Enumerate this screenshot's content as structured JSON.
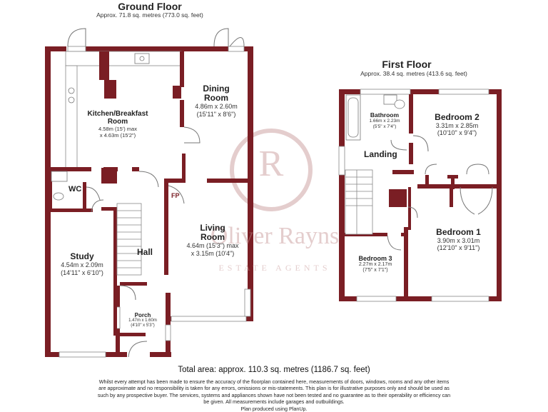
{
  "ground_floor": {
    "title": "Ground Floor",
    "area": "Approx. 71.8 sq. metres (773.0 sq. feet)",
    "rooms": {
      "kitchen": {
        "name_line1": "Kitchen/Breakfast",
        "name_line2": "Room",
        "dim_line1": "4.58m (15') max",
        "dim_line2": "x 4.63m (15'2\")"
      },
      "dining": {
        "name_line1": "Dining",
        "name_line2": "Room",
        "dim_line1": "4.86m x 2.60m",
        "dim_line2": "(15'11\" x 8'6\")"
      },
      "wc": {
        "name": "WC"
      },
      "fp": {
        "name": "FP"
      },
      "living": {
        "name_line1": "Living",
        "name_line2": "Room",
        "dim_line1": "4.64m (15'3\") max",
        "dim_line2": "x 3.15m (10'4\")"
      },
      "study": {
        "name": "Study",
        "dim_line1": "4.54m x 2.09m",
        "dim_line2": "(14'11\" x 6'10\")"
      },
      "hall": {
        "name": "Hall"
      },
      "porch": {
        "name": "Porch",
        "dim_line1": "1.47m x 1.60m",
        "dim_line2": "(4'10\" x 5'3\")"
      }
    }
  },
  "first_floor": {
    "title": "First Floor",
    "area": "Approx. 38.4 sq. metres (413.6 sq. feet)",
    "rooms": {
      "bathroom": {
        "name": "Bathroom",
        "dim_line1": "1.66m x 2.23m",
        "dim_line2": "(5'5\" x 7'4\")"
      },
      "bedroom2": {
        "name": "Bedroom 2",
        "dim_line1": "3.31m x 2.85m",
        "dim_line2": "(10'10\" x 9'4\")"
      },
      "landing": {
        "name": "Landing"
      },
      "bedroom1": {
        "name": "Bedroom 1",
        "dim_line1": "3.90m x 3.01m",
        "dim_line2": "(12'10\" x 9'11\")"
      },
      "bedroom3": {
        "name": "Bedroom 3",
        "dim_line1": "2.27m x 2.17m",
        "dim_line2": "(7'5\" x 7'1\")"
      }
    }
  },
  "watermark": {
    "monogram": "R",
    "name": "Oliver Rayns",
    "tagline": "ESTATE AGENTS"
  },
  "total_area": "Total area: approx. 110.3 sq. metres (1186.7 sq. feet)",
  "disclaimer": [
    "Whilst every attempt has been made to ensure the accuracy of the floorplan contained here, measurements of doors, windows, rooms and any other items",
    "are approximate and no responsibility is taken for any errors, omissions or mis-statements.  This plan is for illustrative purposes only and should be used as",
    "such by any prospective buyer. The services, systems and appliances shown have not been tested and no guarantee as to their operability or efficiency can",
    "be given. All measurements include garages and outbuildings.",
    "Plan produced using PlanUp."
  ],
  "colors": {
    "wall": "#7a1e24",
    "watermark": "#c39191"
  }
}
